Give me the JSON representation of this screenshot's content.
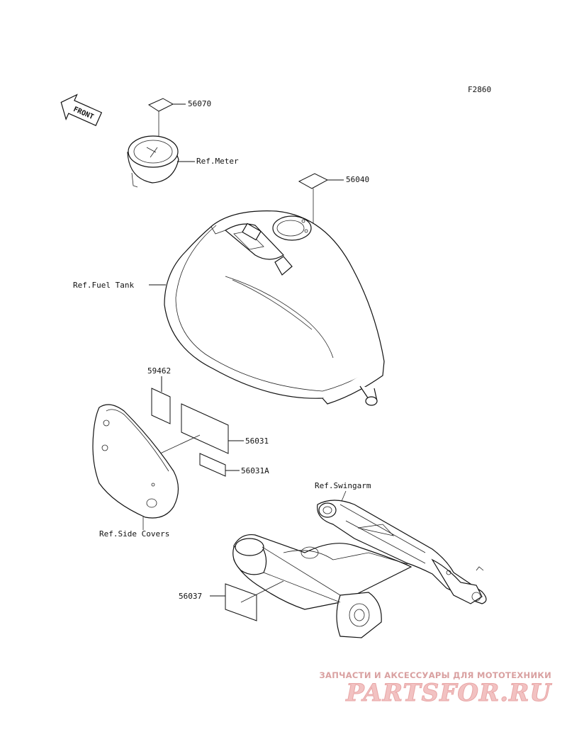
{
  "figure_code": "F2860",
  "front_arrow": "FRONT",
  "labels": {
    "p56070": "56070",
    "ref_meter": "Ref.Meter",
    "p56040": "56040",
    "ref_fuel_tank": "Ref.Fuel Tank",
    "p59462": "59462",
    "p56031": "56031",
    "p56031a": "56031A",
    "ref_swingarm": "Ref.Swingarm",
    "ref_side_covers": "Ref.Side Covers",
    "p56037": "56037"
  },
  "watermark": {
    "tagline": "ЗАПЧАСТИ И АКСЕССУАРЫ ДЛЯ МОТОТЕХНИКИ",
    "logo": "PARTSFOR.RU"
  }
}
